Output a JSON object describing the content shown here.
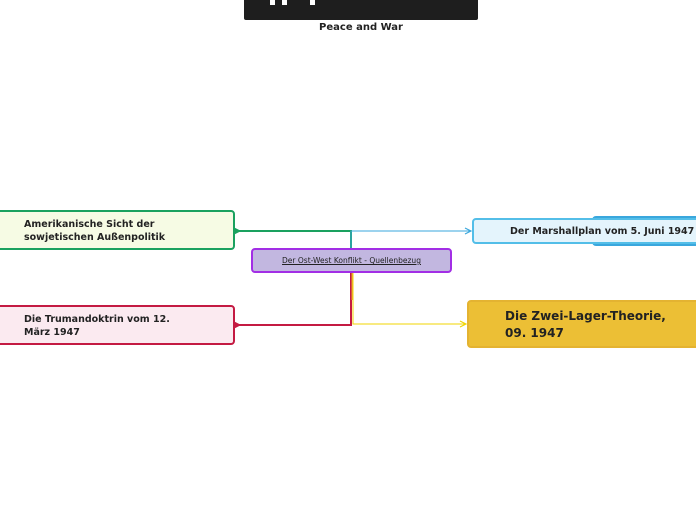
{
  "banner": {
    "caption": "Peace and War"
  },
  "central": {
    "label": "Der Ost-West Konflikt - Quellenbezug"
  },
  "nodes": {
    "amerikanisch": "Amerikanische Sicht der sowjetischen Außenpolitik",
    "truman": "Die Trumandoktrin vom 12. März 1947",
    "marshall": "Der Marshallplan vom 5. Juni 1947",
    "zweilager": "Die Zwei-Lager-Theorie, 09. 1947"
  },
  "colors": {
    "central_border": "#a22ee5",
    "central_fill": "#c2b7e0",
    "amerikanisch": "#1aa15f",
    "truman": "#c41a42",
    "marshall": "#53bee8",
    "zweilager": "#e4b331"
  }
}
